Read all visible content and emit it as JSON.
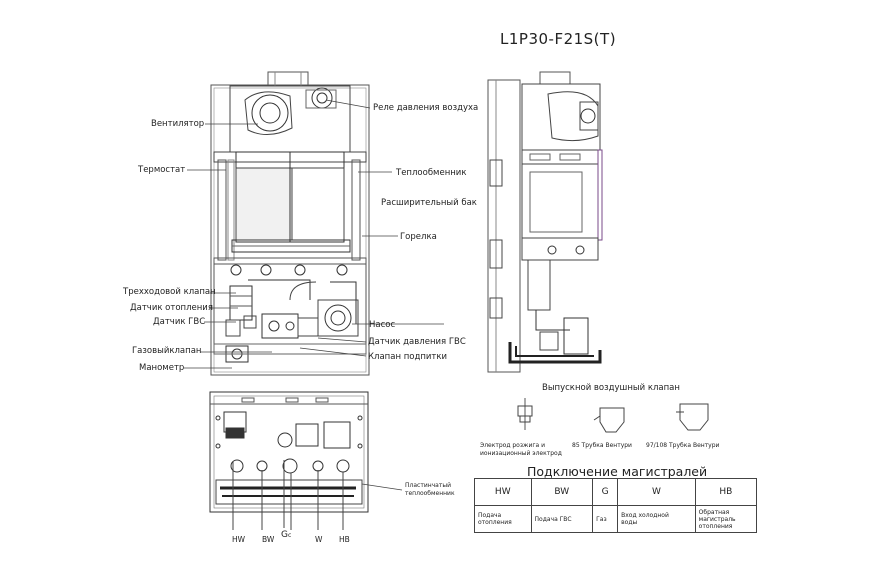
{
  "model": "L1P30-F21S(T)",
  "labels_left": {
    "fan": "Вентилятор",
    "thermostat": "Термостат",
    "three_way_valve": "Трехходовой клапан",
    "heating_sensor": "Датчик отопления",
    "dhw_sensor": "Датчик ГВС",
    "gas_valve": "Газовыйклапан",
    "manometer": "Манометр"
  },
  "labels_right": {
    "air_pressure_relay": "Реле давления воздуха",
    "heat_exchanger": "Теплообменник",
    "expansion_tank": "Расширительный бак",
    "burner": "Горелка",
    "pump": "Насос",
    "dhw_pressure_sensor": "Датчик давления ГВС",
    "makeup_valve": "Клапан подпитки",
    "plate_exchanger_line1": "Пластинчатый",
    "plate_exchanger_line2": "теплообменник"
  },
  "parts": {
    "air_vent_valve": "Выпускной воздушный клапан",
    "electrode_line1": "Электрод розжига и",
    "electrode_line2": "ионизационный электрод",
    "venturi_85": "85 Трубка Вентури",
    "venturi_97": "97/108 Трубка Вентури"
  },
  "bottom_ports": [
    "HW",
    "BW",
    "G",
    "W",
    "HB"
  ],
  "bottom_port_g_suffix": "c",
  "connections": {
    "title": "Подключение магистралей",
    "headers": [
      "HW",
      "BW",
      "G",
      "W",
      "HB"
    ],
    "descriptions": [
      [
        "Подача",
        "отопления"
      ],
      [
        "Подача ГВС"
      ],
      [
        "Газ"
      ],
      [
        "Вход холодной",
        "воды"
      ],
      [
        "Обратная",
        "магистраль",
        "отопления"
      ]
    ]
  }
}
